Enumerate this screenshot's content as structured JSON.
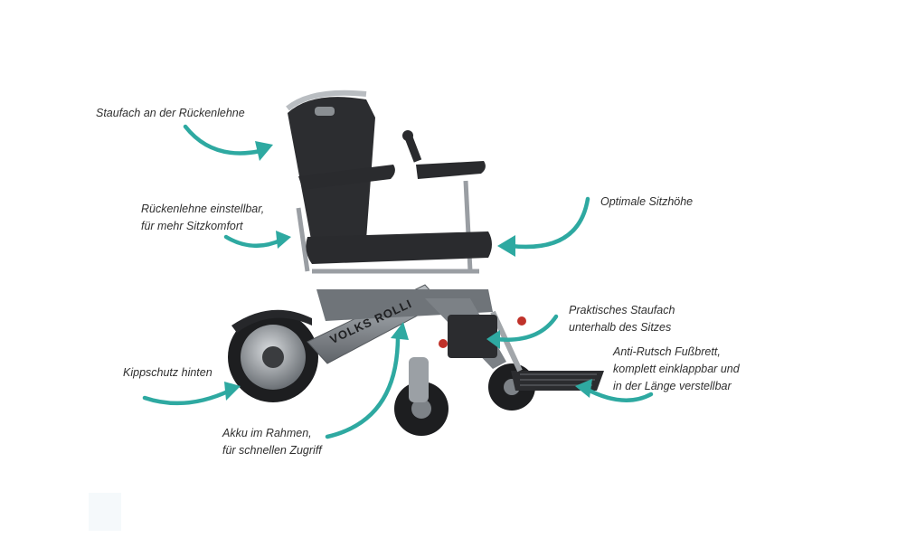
{
  "callouts": {
    "backrest_pocket": "Staufach an der Rückenlehne",
    "backrest_adjust": [
      "Rückenlehne einstellbar,",
      "für mehr Sitzkomfort"
    ],
    "seat_height": "Optimale Sitzhöhe",
    "under_seat_storage": [
      "Praktisches Staufach",
      "unterhalb des Sitzes"
    ],
    "footrest": [
      "Anti-Rutsch Fußbrett,",
      "komplett einklappbar und",
      "in der Länge verstellbar"
    ],
    "anti_tip": "Kippschutz hinten",
    "battery": [
      "Akku im Rahmen,",
      "für schnellen Zugriff"
    ]
  },
  "brand": {
    "frame_logo": "VOLKS ROLLI"
  },
  "colors": {
    "arrow": "#2ea9a1",
    "frame": "#8d9297",
    "seat": "#2c2d30",
    "tire": "#1d1e20"
  }
}
